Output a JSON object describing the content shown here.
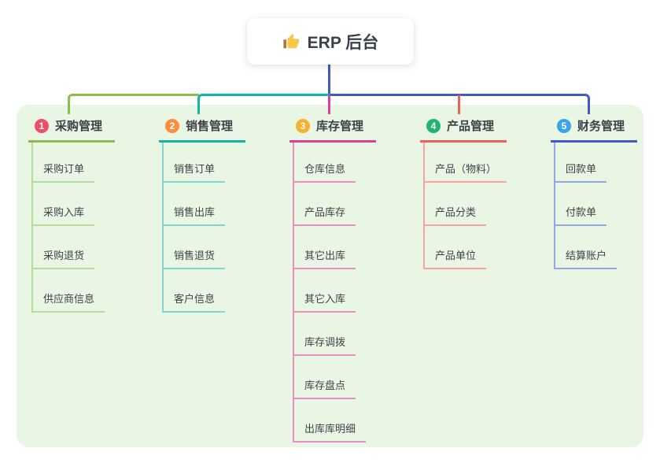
{
  "root": {
    "label": "ERP 后台",
    "icon": "thumbs-up-icon",
    "connector_color": "#4459c9"
  },
  "panel_color": "#eaf6e4",
  "branches": [
    {
      "badge": "1",
      "label": "采购管理",
      "badge_color": "#ed4f68",
      "line_color": "#8cbe4c",
      "child_line_color": "#b7dc96",
      "children": [
        "采购订单",
        "采购入库",
        "采购退货",
        "供应商信息"
      ]
    },
    {
      "badge": "2",
      "label": "销售管理",
      "badge_color": "#fb8f3d",
      "line_color": "#14b4ab",
      "child_line_color": "#82d5cc",
      "children": [
        "销售订单",
        "销售出库",
        "销售退货",
        "客户信息"
      ]
    },
    {
      "badge": "3",
      "label": "库存管理",
      "badge_color": "#f9b031",
      "line_color": "#de3d9d",
      "child_line_color": "#ee8cc6",
      "children": [
        "仓库信息",
        "产品库存",
        "其它出库",
        "其它入库",
        "库存调拨",
        "库存盘点",
        "出库库明细"
      ]
    },
    {
      "badge": "4",
      "label": "产品管理",
      "badge_color": "#1fb573",
      "line_color": "#f45d5b",
      "child_line_color": "#f8a3a1",
      "children": [
        "产品（物料）",
        "产品分类",
        "产品单位"
      ]
    },
    {
      "badge": "5",
      "label": "财务管理",
      "badge_color": "#3aa3e9",
      "line_color": "#4459c9",
      "child_line_color": "#93a6e7",
      "children": [
        "回款单",
        "付款单",
        "结算账户"
      ]
    }
  ]
}
